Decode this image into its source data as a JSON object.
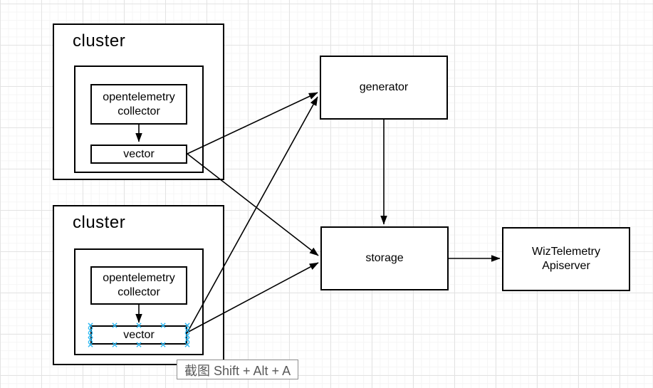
{
  "diagram": {
    "clusters": [
      {
        "label": "cluster",
        "collector": "opentelemetry\ncollector",
        "vector": "vector"
      },
      {
        "label": "cluster",
        "collector": "opentelemetry\ncollector",
        "vector": "vector"
      }
    ],
    "nodes": {
      "generator": "generator",
      "storage": "storage",
      "apiserver": "WizTelemetry\nApiserver"
    },
    "edges": [
      {
        "from": "collector-1",
        "to": "vector-1"
      },
      {
        "from": "collector-2",
        "to": "vector-2"
      },
      {
        "from": "vector-1",
        "to": "generator"
      },
      {
        "from": "vector-1",
        "to": "storage"
      },
      {
        "from": "vector-2",
        "to": "generator"
      },
      {
        "from": "vector-2",
        "to": "storage"
      },
      {
        "from": "generator",
        "to": "storage"
      },
      {
        "from": "storage",
        "to": "apiserver"
      }
    ],
    "selection": {
      "selected_node": "vector-2",
      "connection_point_color": "#29b6f2"
    }
  },
  "icons": {
    "connection_point": "×"
  },
  "tooltip": {
    "label": "截图 Shift + Alt + A"
  },
  "colors": {
    "stroke": "#000000",
    "node_fill": "#ffffff",
    "grid_minor": "#f5f5f5",
    "grid_major": "#e3e3e3",
    "selection_blue": "#29b6f2",
    "tooltip_text": "#595959",
    "tooltip_border": "#8f8f8f"
  }
}
